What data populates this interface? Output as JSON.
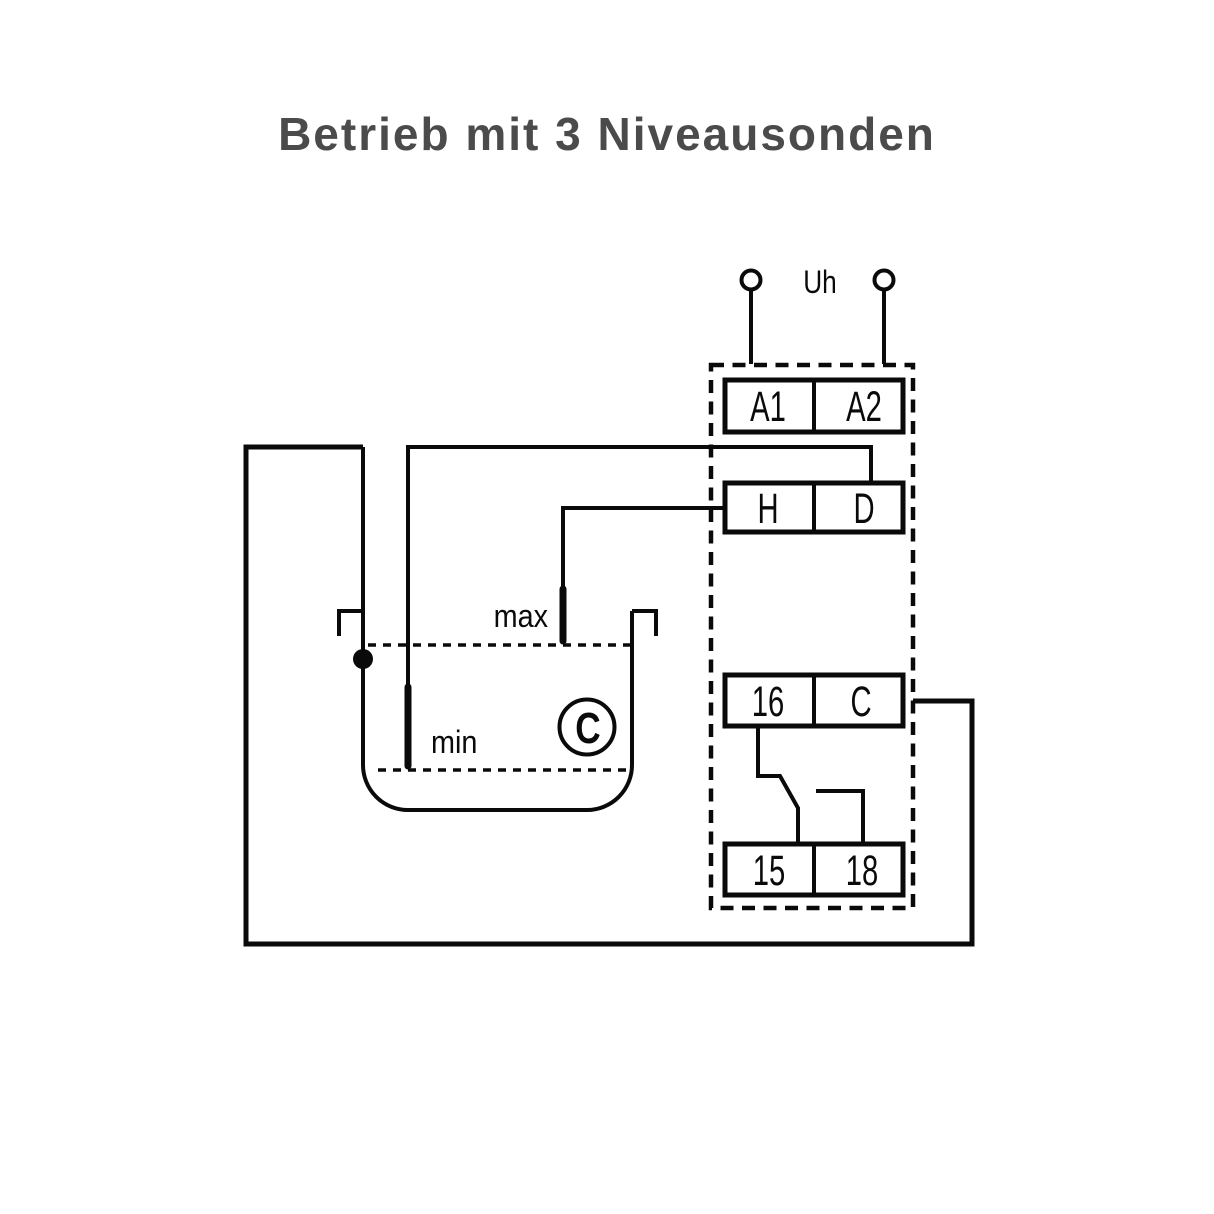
{
  "title": "Betrieb mit 3 Niveausonden",
  "colors": {
    "diagram_line": "#0A0A0A",
    "title_text": "#4B4B4B",
    "background": "#FFFFFF"
  },
  "relay": {
    "supply_label": "Uh",
    "terminal_rows": [
      {
        "cells": [
          "A1",
          "A2"
        ]
      },
      {
        "cells": [
          "H",
          "D"
        ]
      },
      {
        "cells": [
          "16",
          "C"
        ]
      },
      {
        "cells": [
          "15",
          "18"
        ]
      }
    ]
  },
  "tank": {
    "max_label": "max",
    "min_label": "min",
    "common_electrode_label": "C"
  }
}
